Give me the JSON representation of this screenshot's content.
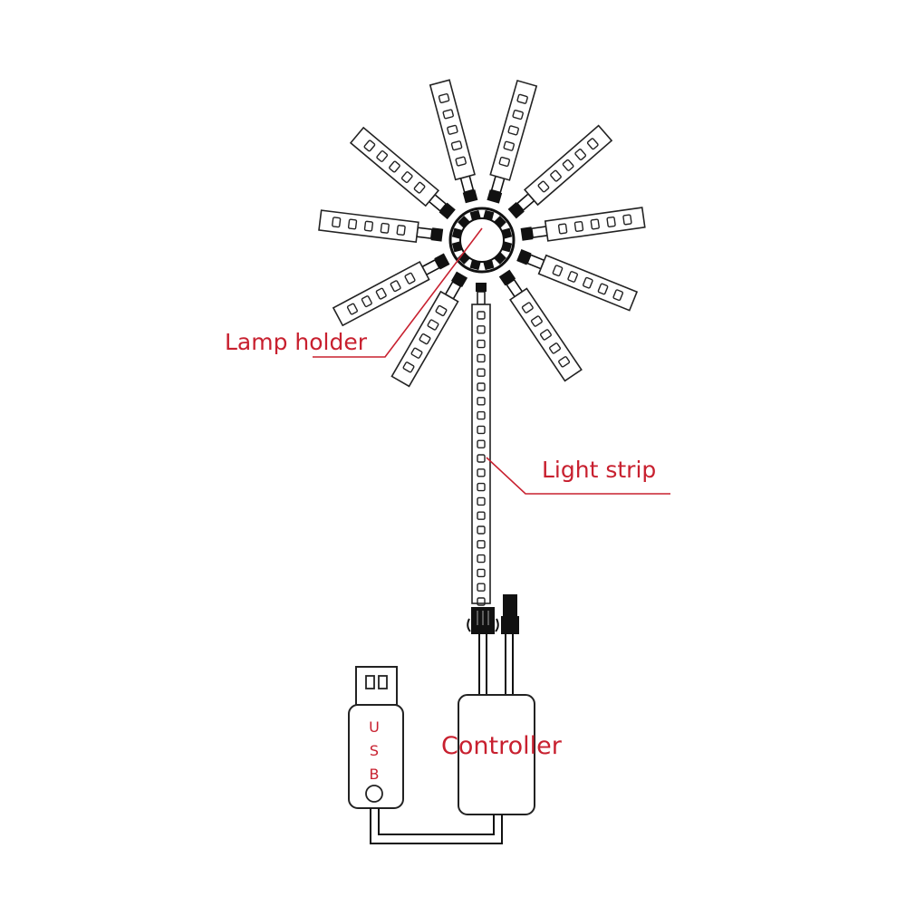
{
  "labels": {
    "lamp_holder": "Lamp holder",
    "light_strip": "Light strip",
    "controller": "Controller",
    "usb": [
      "U",
      "S",
      "B"
    ]
  },
  "colors": {
    "label": "#c8202f",
    "line": "#1a1a1a"
  },
  "arm_count": 11
}
